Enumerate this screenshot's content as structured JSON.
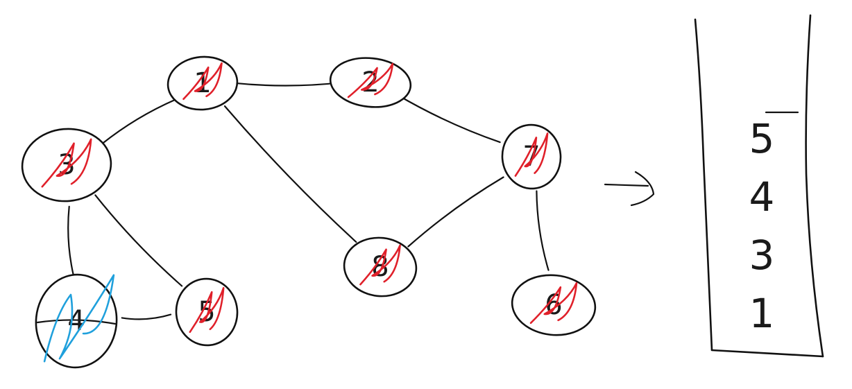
{
  "graph": {
    "nodes": [
      {
        "id": "1",
        "label": "1",
        "mark": "visited"
      },
      {
        "id": "2",
        "label": "2",
        "mark": "visited"
      },
      {
        "id": "3",
        "label": "3",
        "mark": "visited"
      },
      {
        "id": "4",
        "label": "4",
        "mark": "current"
      },
      {
        "id": "5",
        "label": "5",
        "mark": "visited"
      },
      {
        "id": "6",
        "label": "6",
        "mark": "visited"
      },
      {
        "id": "7",
        "label": "7",
        "mark": "visited"
      },
      {
        "id": "8",
        "label": "8",
        "mark": "visited"
      }
    ],
    "edges": [
      [
        "1",
        "2"
      ],
      [
        "1",
        "3"
      ],
      [
        "1",
        "8"
      ],
      [
        "2",
        "7"
      ],
      [
        "3",
        "4"
      ],
      [
        "3",
        "5"
      ],
      [
        "4",
        "5"
      ],
      [
        "7",
        "8"
      ],
      [
        "7",
        "6"
      ]
    ]
  },
  "stack": {
    "items": [
      "5",
      "4",
      "3",
      "1"
    ]
  },
  "colors": {
    "ink": "#111111",
    "visited_mark": "#e0202a",
    "current_mark": "#1fa0dc"
  }
}
